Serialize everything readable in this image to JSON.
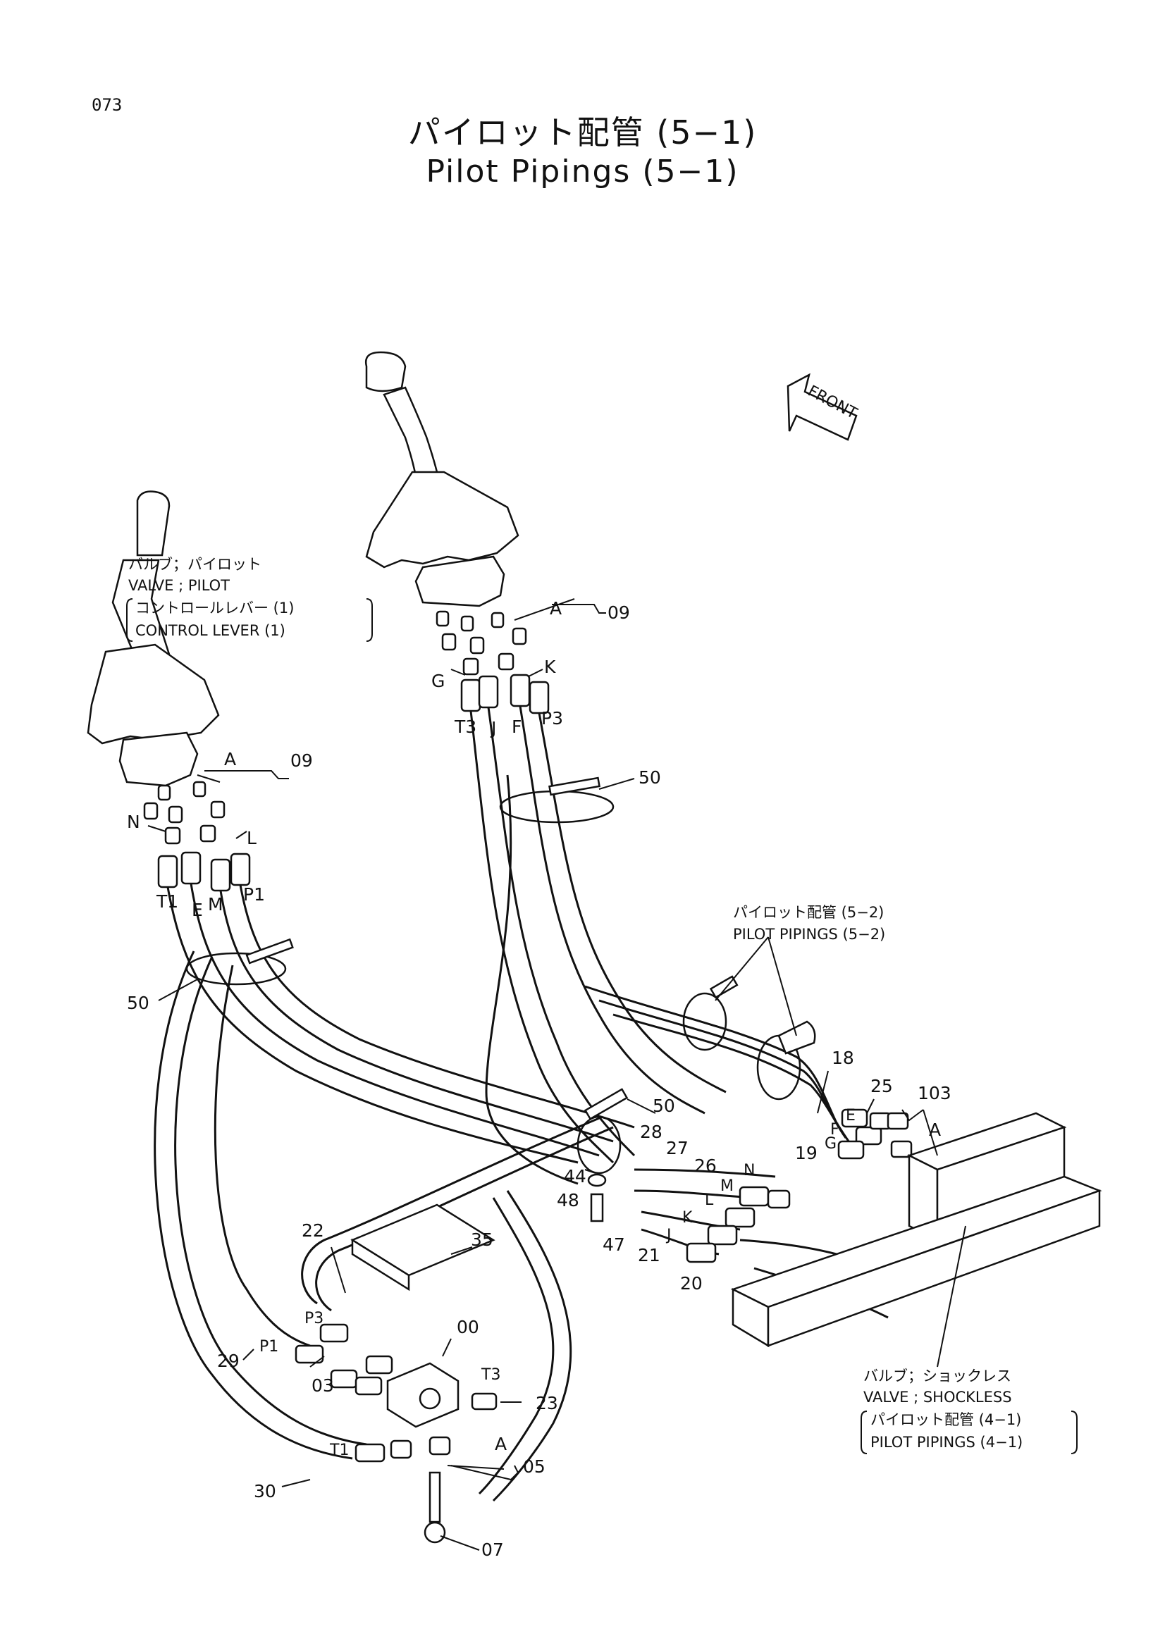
{
  "page_number": "073",
  "title": {
    "japanese": "パイロット配管 (5−1)",
    "english": "Pilot Pipings (5−1)"
  },
  "front_marker": "FRONT",
  "notes": {
    "left_valve": {
      "line1": "バルブ；パイロット",
      "line2": "VALVE ; PILOT",
      "line3": "コントロールレバー (1)",
      "line4": "CONTROL LEVER (1)"
    },
    "pilot_5_2": {
      "line1": "パイロット配管 (5−2)",
      "line2": "PILOT PIPINGS (5−2)"
    },
    "shockless_valve": {
      "line1": "バルブ；ショックレス",
      "line2": "VALVE ; SHOCKLESS",
      "line3": "パイロット配管 (4−1)",
      "line4": "PILOT PIPINGS (4−1)"
    }
  },
  "part_labels": {
    "p09_left": "09",
    "a_left": "A",
    "n_left": "N",
    "l_left": "L",
    "t1_left": "T1",
    "e_left": "E",
    "m_left": "M",
    "p1_left": "P1",
    "p50_left": "50",
    "p09_right": "09",
    "a_right": "A",
    "g_right": "G",
    "k_right": "K",
    "t3_right": "T3",
    "j_right": "J",
    "f_right": "F",
    "p3_right": "P3",
    "p50_right": "50",
    "p50_mid": "50",
    "p28": "28",
    "p27": "27",
    "p26": "26",
    "p44": "44",
    "p48": "48",
    "p47": "47",
    "m_mid": "M",
    "n_mid": "N",
    "l_mid": "L",
    "k_mid": "K",
    "j_mid": "J",
    "p21": "21",
    "p20": "20",
    "p18": "18",
    "p25": "25",
    "p103": "103",
    "e_side": "E",
    "f_side": "F",
    "g_side": "G",
    "p19": "19",
    "a_side": "A",
    "p22": "22",
    "p35": "35",
    "p3_bottom": "P3",
    "p00": "00",
    "p29": "29",
    "p1_bottom": "P1",
    "p03": "03",
    "t3_bottom": "T3",
    "p23": "23",
    "a_bottom": "A",
    "p05": "05",
    "t1_bottom": "T1",
    "p30": "30",
    "p07": "07"
  }
}
